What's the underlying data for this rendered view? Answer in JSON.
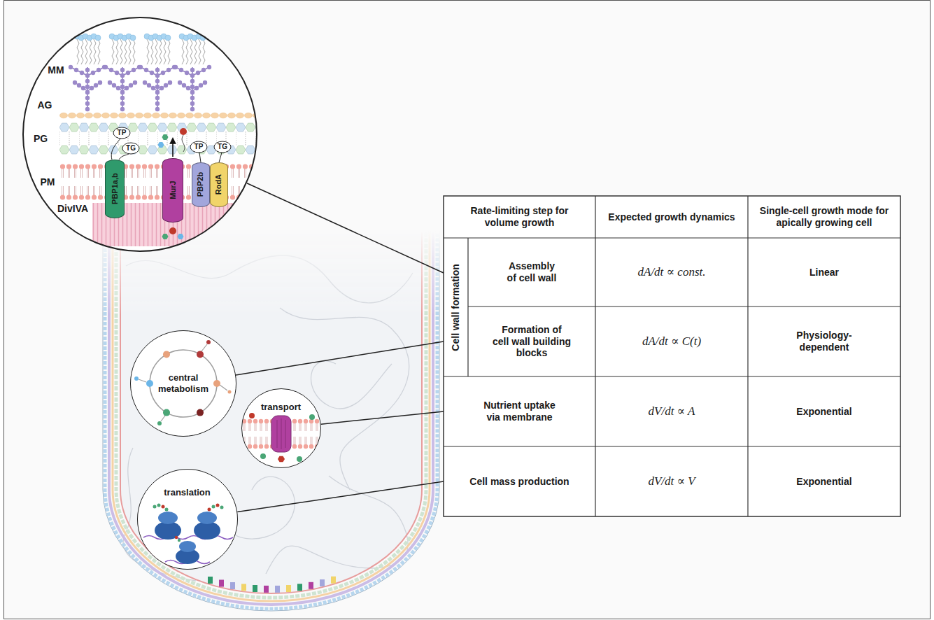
{
  "diagram": {
    "nodes": [
      {
        "text": [
          "MM",
          "AG",
          "PG",
          "PM",
          "DivIVA"
        ]
      },
      {
        "text": [
          "PBP1a,b"
        ],
        "in": 0
      },
      {
        "text": [
          "MurJ"
        ],
        "in": 0
      },
      {
        "text": [
          "PBP2b"
        ],
        "in": 0
      },
      {
        "text": [
          "RodA"
        ],
        "in": 0
      },
      {
        "text": [
          "central metabolism"
        ]
      },
      {
        "text": [
          "transport"
        ]
      },
      {
        "text": [
          "translation"
        ]
      },
      {
        "text": [
          "Cell wall formation"
        ]
      },
      {
        "text": [
          "Nutrient uptake via membrane"
        ]
      },
      {
        "text": [
          "Cell mass production"
        ]
      }
    ],
    "edges": [
      {
        "from": 0,
        "to": 8,
        "arrow": "none"
      },
      {
        "from": 5,
        "to": 8,
        "arrow": "none"
      },
      {
        "from": 6,
        "to": 9,
        "arrow": "none"
      },
      {
        "from": 7,
        "to": 10,
        "arrow": "none"
      }
    ],
    "labels": [
      "TP",
      "TG",
      "TP",
      "TG",
      "Rate-limiting step for volume growth",
      "Expected growth dynamics",
      "Single-cell growth mode for apically growing cell",
      "Assembly of cell wall",
      "dA/dt ∝ const.",
      "Linear",
      "Formation of cell wall building blocks",
      "dA/dt ∝ C(t)",
      "Physiology-dependent",
      "dV/dt ∝ A",
      "Exponential",
      "dV/dt ∝ V",
      "Exponential"
    ]
  }
}
